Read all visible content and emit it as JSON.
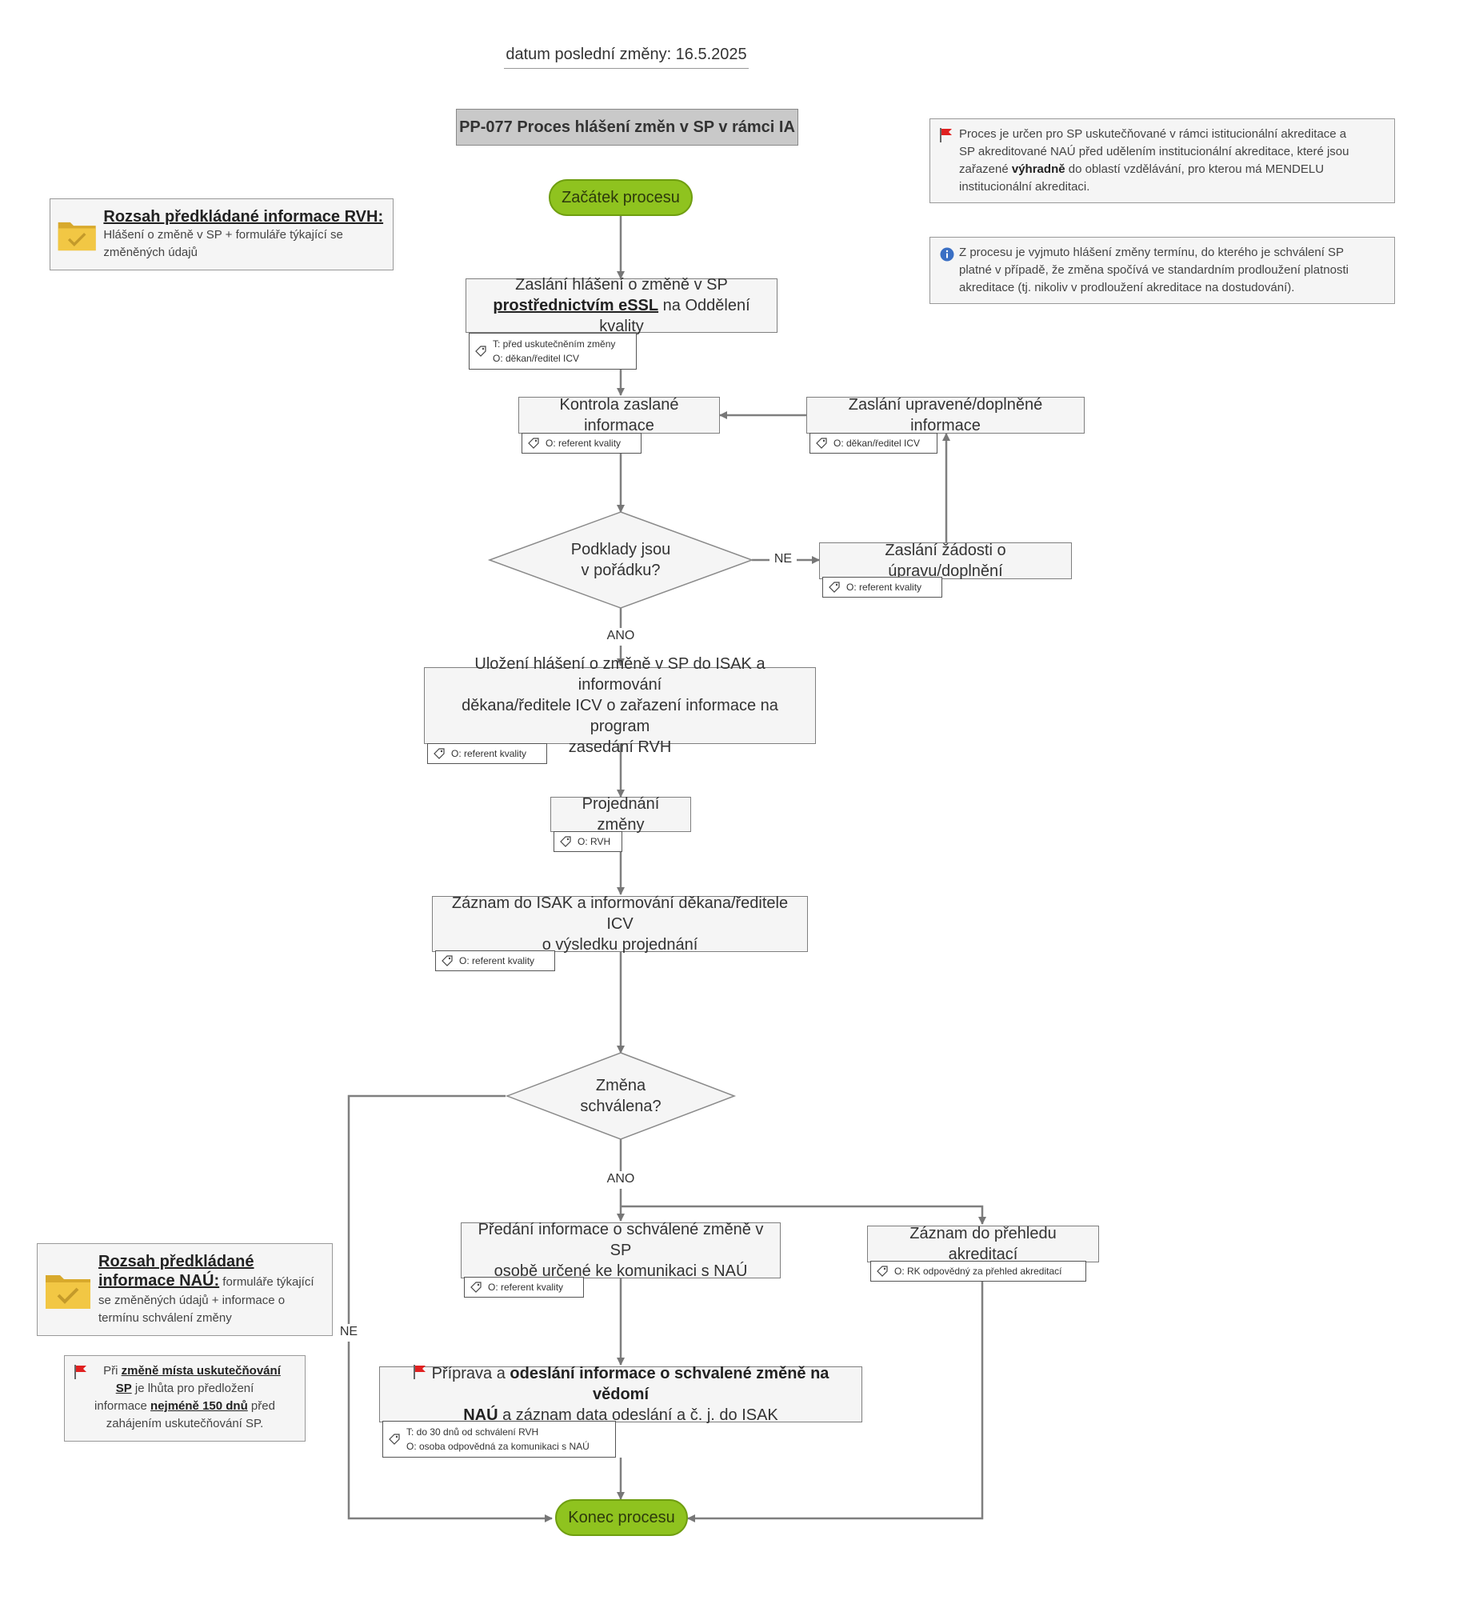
{
  "header": {
    "date": "datum poslední změny: 16.5.2025",
    "title": "PP-077 Proces hlášení změn v SP v rámci IA"
  },
  "nodes": {
    "start": "Začátek procesu",
    "end": "Konec procesu",
    "send_report": {
      "line1": "Zaslání hlášení o změně v SP",
      "line2_bold": "prostřednictvím eSSL",
      "line2_rest": " na Oddělení kvality",
      "tag1": "T: před uskutečněním změny",
      "tag2": "O: děkan/ředitel ICV"
    },
    "check": {
      "text": "Kontrola zaslané informace",
      "tag": "O: referent kvality"
    },
    "resend": {
      "text": "Zaslání upravené/doplněné informace",
      "tag": "O: děkan/ředitel ICV"
    },
    "decision1": {
      "line1": "Podklady jsou",
      "line2": "v pořádku?"
    },
    "request": {
      "text": "Zaslání žádosti o úpravu/doplnění",
      "tag": "O: referent kvality"
    },
    "store": {
      "line1": "Uložení hlášení o změně v SP do ISAK a informování",
      "line2": "děkana/ředitele ICV o zařazení informace na program",
      "line3": "zasedání RVH",
      "tag": "O: referent kvality"
    },
    "discuss": {
      "text": "Projednání změny",
      "tag": "O: RVH"
    },
    "record": {
      "line1": "Záznam do ISAK a informování děkana/ředitele ICV",
      "line2": "o výsledku projednání",
      "tag": "O: referent kvality"
    },
    "decision2": {
      "line1": "Změna",
      "line2": "schválena?"
    },
    "handover": {
      "line1": "Předání informace o schválené změně v SP",
      "line2": "osobě určené ke komunikaci s NAÚ",
      "tag": "O: referent kvality"
    },
    "overview": {
      "text": "Záznam do přehledu akreditací",
      "tag": "O: RK odpovědný za přehled akreditací"
    },
    "prepare": {
      "part1": "Příprava a ",
      "bold1": "odeslání informace o schvalené změně na vědomí",
      "bold2": "NAÚ",
      "part2": " a záznam data odeslání a č. j. do ISAK",
      "tag1": "T: do 30 dnů od schválení RVH",
      "tag2": "O: osoba odpovědná za komunikaci s NAÚ"
    }
  },
  "labels": {
    "ne1": "NE",
    "ano1": "ANO",
    "ano2": "ANO",
    "ne2": "NE"
  },
  "notes": {
    "scope_rvh": {
      "title": "Rozsah předkládané informace RVH:",
      "body": "Hlášení o změně v SP + formuláře týkající se změněných údajů"
    },
    "scope_nau": {
      "title1": "Rozsah předkládané",
      "title2": "informace NAÚ:",
      "body1": " formuláře týkající",
      "body2": "se změněných údajů + informace o",
      "body3": "termínu schválení změny"
    },
    "place_change": {
      "p1": "Při ",
      "u1": "změně místa uskutečňování",
      "u2": "SP",
      "p2": " je lhůta pro předložení",
      "p3": "informace ",
      "u3": "nejméně 150 dnů",
      "p4": " před",
      "p5": "zahájením uskutečňování SP."
    },
    "purpose": {
      "l1": "Proces je určen pro SP uskutečňované v rámci istitucionální akreditace a",
      "l2": "SP akreditované NAÚ před udělením institucionální akreditace, které jsou",
      "l3a": "zařazené ",
      "l3b": "výhradně",
      "l3c": " do oblastí vzdělávání, pro kterou má MENDELU",
      "l4": "institucionální akreditaci."
    },
    "exception": {
      "l1": "Z procesu je vyjmuto hlášení změny termínu, do kterého je schválení SP",
      "l2": "platné v případě, že změna spočívá ve standardním prodloužení platnosti",
      "l3": "akreditace (tj. nikoliv v prodloužení akreditace na dostudování)."
    }
  },
  "colors": {
    "start_fill": "#8fc31f",
    "box_fill": "#f5f5f5",
    "title_fill": "#c9c9c9",
    "line": "#7f7f7f",
    "flag": "#e02020",
    "info": "#3a6fc4",
    "folder": "#f2c744"
  },
  "icons": [
    "tag-icon",
    "flag-icon",
    "info-icon",
    "folder-check-icon"
  ]
}
